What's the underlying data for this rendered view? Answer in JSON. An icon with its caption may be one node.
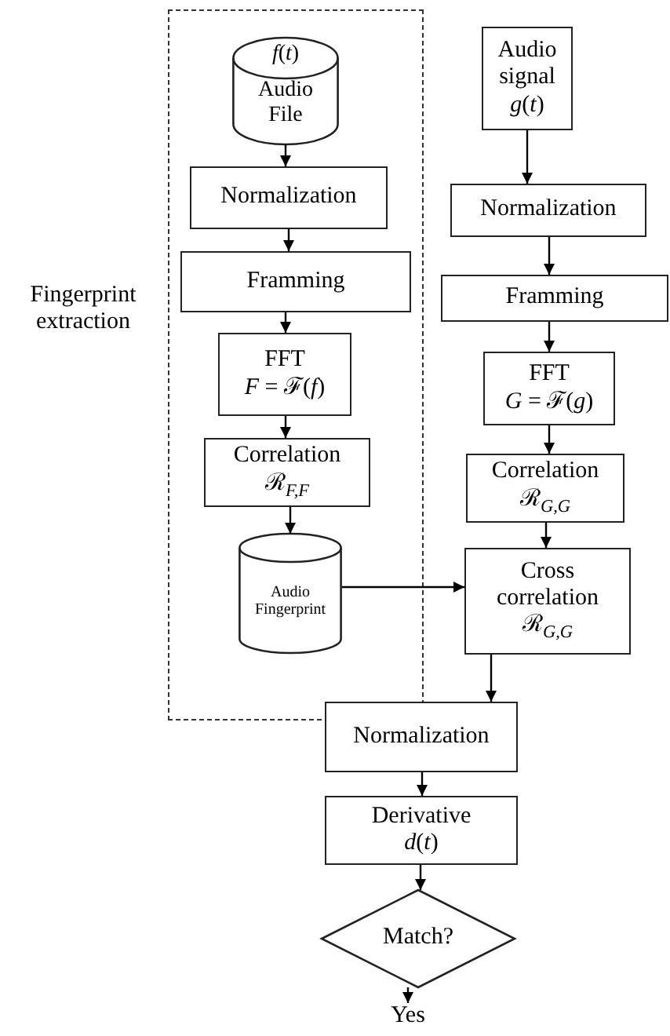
{
  "diagram": {
    "nodes": [
      {
        "text": [
          "Fingerprint extraction"
        ]
      },
      {
        "text": [
          "*f*(*t*)",
          "Audio File"
        ],
        "in": 0
      },
      {
        "text": [
          "Normalization"
        ],
        "in": 0
      },
      {
        "text": [
          "Framming"
        ],
        "in": 0
      },
      {
        "text": [
          "FFT",
          "*F* = ℱ(*f*)"
        ],
        "in": 0
      },
      {
        "text": [
          "Correlation",
          "ℛ$_{F,F}$"
        ],
        "in": 0
      },
      {
        "text": [
          "Audio Fingerprint"
        ],
        "in": 0
      },
      {
        "text": [
          "Audio signal",
          "*g*(*t*)"
        ]
      },
      {
        "text": [
          "Normalization"
        ]
      },
      {
        "text": [
          "Framming"
        ]
      },
      {
        "text": [
          "FFT",
          "*G* = ℱ(*g*)"
        ]
      },
      {
        "text": [
          "Correlation",
          "ℛ$_{G,G}$"
        ]
      },
      {
        "text": [
          "Cross correlation",
          "ℛ$_{G,G}$"
        ]
      },
      {
        "text": [
          "Normalization"
        ]
      },
      {
        "text": [
          "Derivative",
          "*d*(*t*)"
        ]
      },
      {
        "text": [
          "Match?"
        ]
      },
      {
        "text": [
          "Yes"
        ]
      }
    ],
    "edges": [
      {
        "from": 1,
        "to": 2,
        "arrow": "to"
      },
      {
        "from": 2,
        "to": 3,
        "arrow": "to"
      },
      {
        "from": 3,
        "to": 4,
        "arrow": "to"
      },
      {
        "from": 4,
        "to": 5,
        "arrow": "to"
      },
      {
        "from": 5,
        "to": 6,
        "arrow": "to"
      },
      {
        "from": 7,
        "to": 8,
        "arrow": "to"
      },
      {
        "from": 8,
        "to": 9,
        "arrow": "to"
      },
      {
        "from": 9,
        "to": 10,
        "arrow": "to"
      },
      {
        "from": 10,
        "to": 11,
        "arrow": "to"
      },
      {
        "from": 11,
        "to": 12,
        "arrow": "to"
      },
      {
        "from": 6,
        "to": 12,
        "arrow": "to"
      },
      {
        "from": 12,
        "to": 13,
        "arrow": "to"
      },
      {
        "from": 13,
        "to": 14,
        "arrow": "to"
      },
      {
        "from": 14,
        "to": 15,
        "arrow": "to"
      },
      {
        "from": 15,
        "to": 16,
        "arrow": "to"
      }
    ]
  }
}
